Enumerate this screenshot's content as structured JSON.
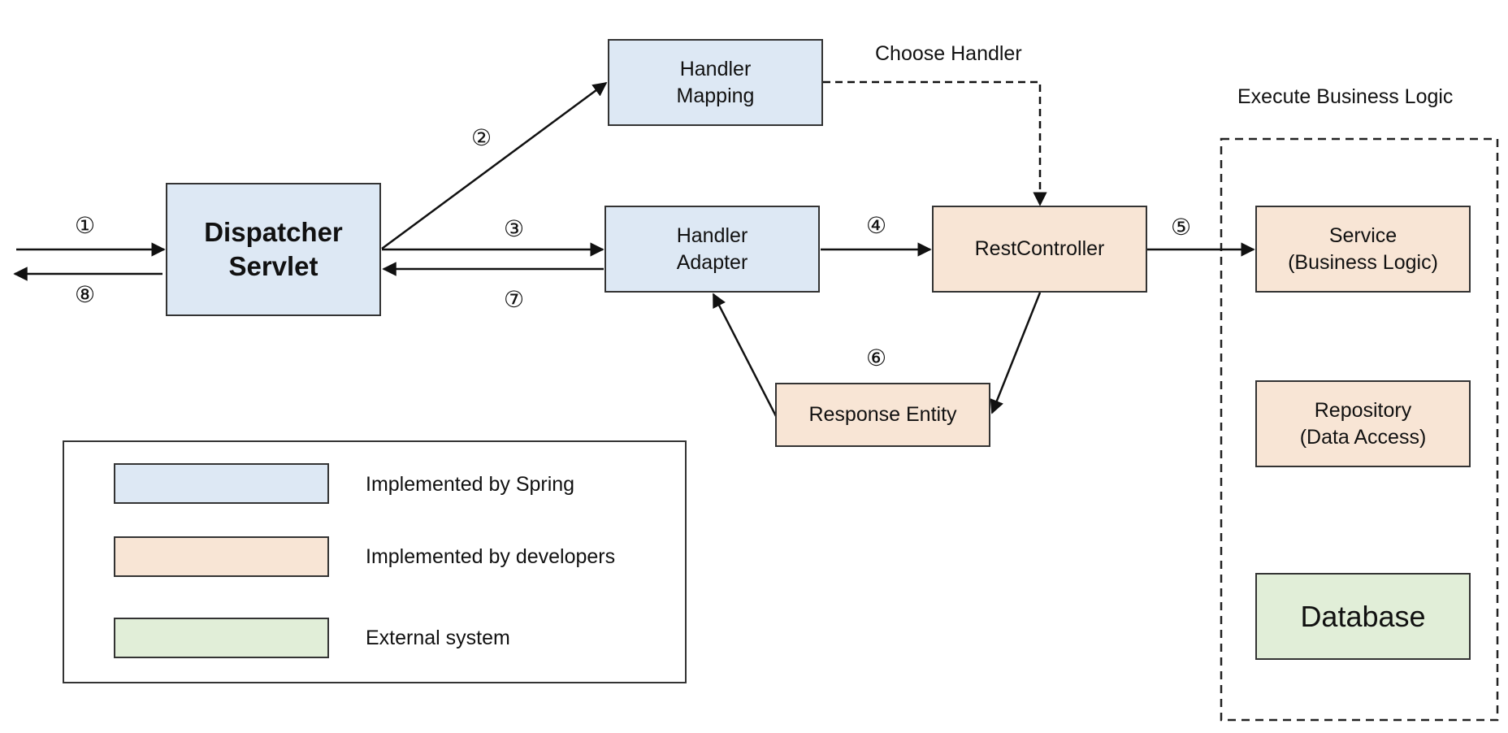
{
  "colors": {
    "spring": "#dde8f4",
    "developer": "#f8e5d5",
    "external": "#e1eed8",
    "border": "#333333"
  },
  "nodes": {
    "dispatcher": "Dispatcher\nServlet",
    "handler_mapping": "Handler\nMapping",
    "handler_adapter": "Handler\nAdapter",
    "rest_controller": "RestController",
    "response_entity": "Response Entity",
    "service": "Service\n(Business Logic)",
    "repository": "Repository\n(Data Access)",
    "database": "Database"
  },
  "labels": {
    "choose_handler": "Choose Handler",
    "execute_business_logic": "Execute Business Logic"
  },
  "steps": {
    "s1": "①",
    "s2": "②",
    "s3": "③",
    "s4": "④",
    "s5": "⑤",
    "s6": "⑥",
    "s7": "⑦",
    "s8": "⑧"
  },
  "legend": [
    {
      "label": "Implemented by Spring",
      "color": "#dde8f4"
    },
    {
      "label": "Implemented by developers",
      "color": "#f8e5d5"
    },
    {
      "label": "External system",
      "color": "#e1eed8"
    }
  ]
}
